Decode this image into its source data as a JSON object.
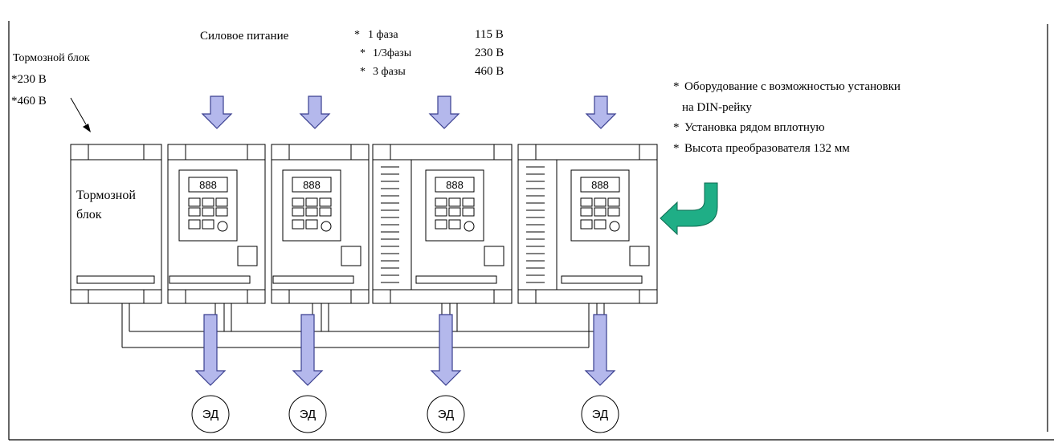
{
  "power": {
    "title": "Силовое питание",
    "rows": [
      {
        "bullet": "*",
        "phase": "1 фаза",
        "voltage": "115 В"
      },
      {
        "bullet": "*",
        "phase": "1/3фазы",
        "voltage": "230 В"
      },
      {
        "bullet": "*",
        "phase": "3 фазы",
        "voltage": "460 В"
      }
    ]
  },
  "brake_label": {
    "title": "Тормозной блок",
    "v1": "*230 В",
    "v2": "*460 В"
  },
  "brake_unit": {
    "line1": "Тормозной",
    "line2": "блок"
  },
  "features": [
    {
      "bullet": "*",
      "text": "Оборудование с возможностью установки"
    },
    {
      "bullet": "",
      "text": "на DIN-рейку"
    },
    {
      "bullet": "*",
      "text": "Установка рядом вплотную"
    },
    {
      "bullet": "*",
      "text": "Высота преобразователя 132 мм"
    }
  ],
  "display_text": "888",
  "motor_label": "ЭД",
  "colors": {
    "arrow_fill": "#b4b8ec",
    "arrow_stroke": "#3a3f8f",
    "green_arrow": "#1fae86"
  }
}
